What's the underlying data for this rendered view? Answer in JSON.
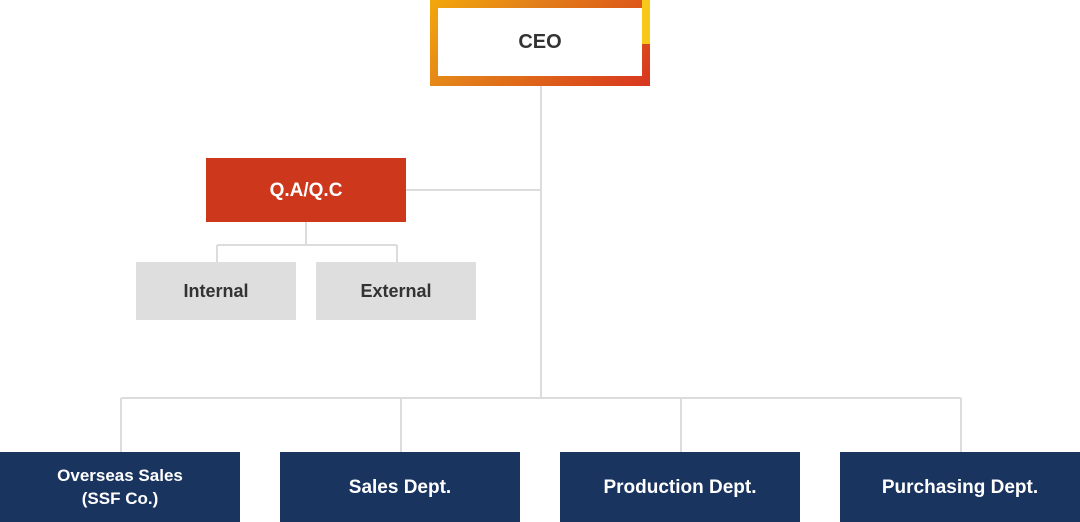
{
  "org_chart": {
    "ceo": {
      "label": "CEO"
    },
    "qa_qc": {
      "label": "Q.A/Q.C",
      "children": [
        {
          "label": "Internal"
        },
        {
          "label": "External"
        }
      ]
    },
    "departments": [
      {
        "label": "Overseas Sales\n(SSF Co.)"
      },
      {
        "label": "Sales Dept."
      },
      {
        "label": "Production Dept."
      },
      {
        "label": "Purchasing Dept."
      }
    ]
  },
  "colors": {
    "connector": "#dcdcdc",
    "ceo_border_gradient": [
      "#f3a80b",
      "#df6a18",
      "#d8351f"
    ],
    "qa_qc_fill": "#cd371b",
    "sub_fill": "#dedede",
    "department_fill": "#1a3460",
    "dark_text": "#333333",
    "light_text": "#ffffff"
  }
}
